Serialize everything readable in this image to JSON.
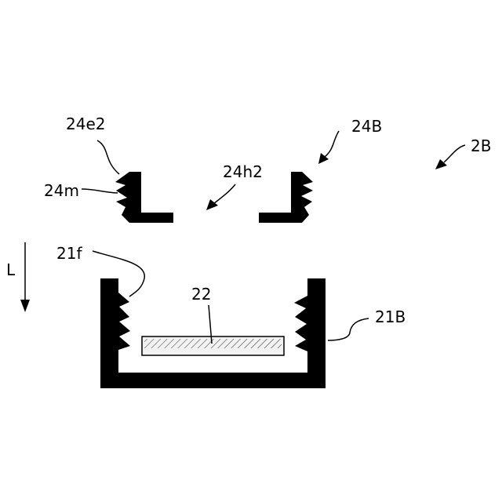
{
  "labels": {
    "upper_lid": "24B",
    "assembly": "2B",
    "lid_edge": "24e2",
    "lid_teeth": "24m",
    "lid_opening": "24h2",
    "direction": "L",
    "container_teeth": "21f",
    "element": "22",
    "container": "21B"
  },
  "colors": {
    "ink": "#000000",
    "element_fill": "#f5f5f5"
  }
}
